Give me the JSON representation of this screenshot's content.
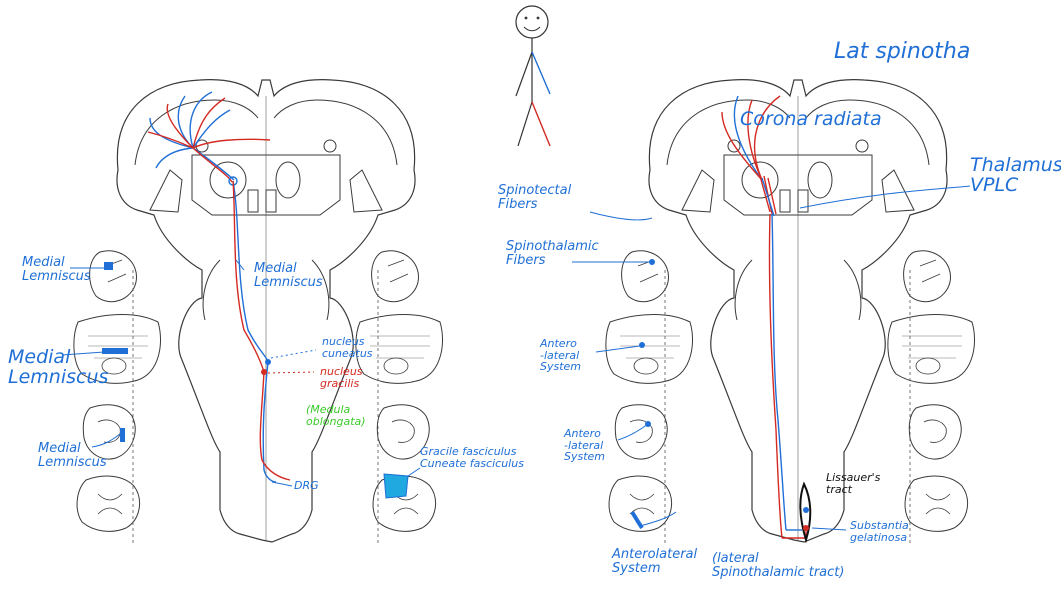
{
  "left_panel": {
    "labels": {
      "medial_lemniscus_1": "Medial\nLemniscus",
      "medial_lemniscus_2": "Medial\nLemniscus",
      "medial_lemniscus_3": "Medial\nLemniscus",
      "medial_lemniscus_center": "Medial\nLemniscus",
      "nucleus_cuneatus": "nucleus\ncuneatus",
      "nucleus_gracilis": "nucleus\ngracilis",
      "medulla": "(Medula\noblongata)",
      "drg": "DRG",
      "fasciculi": "Gracile fasciculus\nCuneate fasciculus"
    }
  },
  "right_panel": {
    "labels": {
      "title": "Lat spinotha",
      "corona_radiata": "Corona radiata",
      "thalamus": "Thalamus\nVPLC",
      "spinotectal": "Spinotectal\nFibers",
      "spinothalamic": "Spinothalamic\nFibers",
      "anterolateral_1": "Antero\n-lateral\nSystem",
      "anterolateral_2": "Antero\n-lateral\nSystem",
      "lissauer": "Lissauer's\ntract",
      "substantia": "Substantia\ngelatinosa",
      "anterolateral_3": "Anterolateral\nSystem",
      "lateral_tract": "(lateral\nSpinothalamic tract)"
    }
  },
  "colors": {
    "outline": "#3a3a3a",
    "blue": "#1f6fd6",
    "red": "#d42a22",
    "green": "#3bcc2a",
    "cyan_fill": "#20a8e0"
  }
}
